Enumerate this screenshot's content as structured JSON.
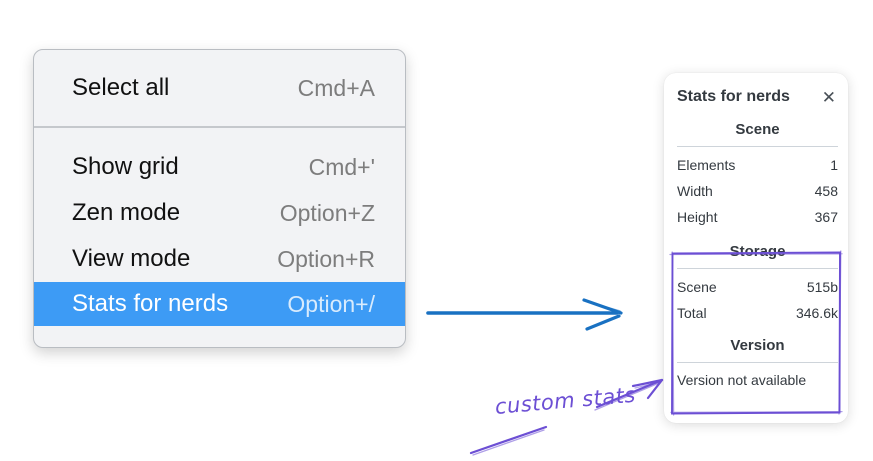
{
  "colors": {
    "menu_background": "#f2f3f5",
    "menu_border": "#b9bdc2",
    "menu_divider": "#c5c8cc",
    "highlight_blue": "#3d9bf5",
    "shortcut_gray": "#7d7d7d",
    "panel_text": "#343a40",
    "panel_divider": "#ced4da",
    "arrow_blue": "#1971c2",
    "annotation_purple": "#6c4fd4"
  },
  "context_menu": {
    "section_one": [
      {
        "label": "Select all",
        "shortcut": "Cmd+A"
      }
    ],
    "section_two": [
      {
        "label": "Show grid",
        "shortcut": "Cmd+'"
      },
      {
        "label": "Zen mode",
        "shortcut": "Option+Z"
      },
      {
        "label": "View mode",
        "shortcut": "Option+R"
      },
      {
        "label": "Stats for nerds",
        "shortcut": "Option+/",
        "selected": true
      }
    ]
  },
  "stats_panel": {
    "title": "Stats for nerds",
    "close_icon": "✕",
    "scene_section": {
      "heading": "Scene",
      "rows": [
        {
          "label": "Elements",
          "value": "1"
        },
        {
          "label": "Width",
          "value": "458"
        },
        {
          "label": "Height",
          "value": "367"
        }
      ]
    },
    "storage_section": {
      "heading": "Storage",
      "rows": [
        {
          "label": "Scene",
          "value": "515b"
        },
        {
          "label": "Total",
          "value": "346.6k"
        }
      ]
    },
    "version_section": {
      "heading": "Version",
      "note": "Version not available"
    }
  },
  "annotation": {
    "label": "custom stats"
  }
}
